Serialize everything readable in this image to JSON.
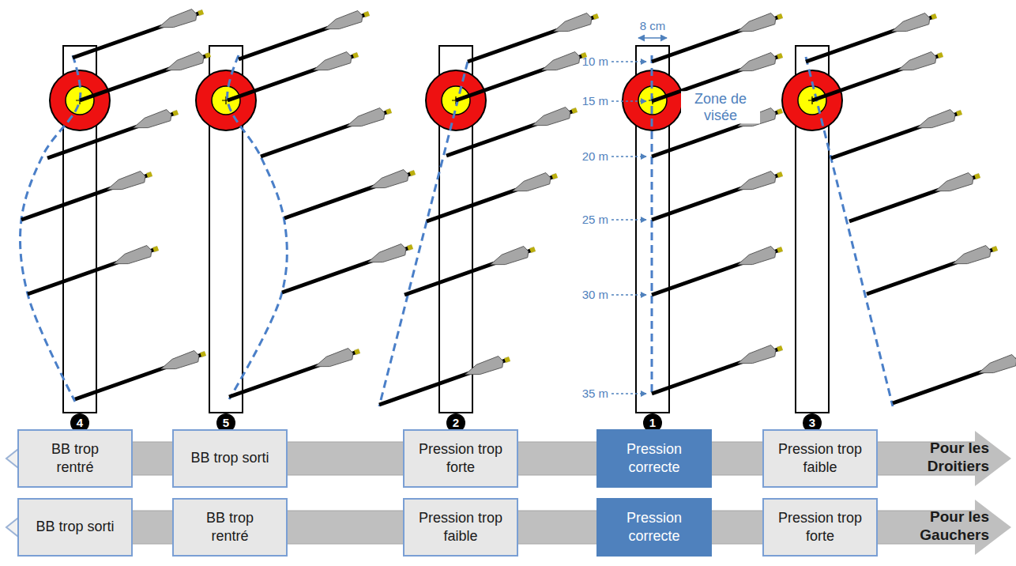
{
  "diagram": {
    "nodes": [
      {
        "text": [
          "Pour les Droitiers"
        ]
      },
      {
        "text": [
          "BB trop rentré"
        ],
        "in": 0
      },
      {
        "text": [
          "BB trop sorti"
        ],
        "in": 0
      },
      {
        "text": [
          "Pression trop forte"
        ],
        "in": 0
      },
      {
        "text": [
          "Pression correcte"
        ],
        "in": 0
      },
      {
        "text": [
          "Pression trop faible"
        ],
        "in": 0
      },
      {
        "text": [
          "Pour les Gauchers"
        ]
      },
      {
        "text": [
          "BB trop sorti"
        ],
        "in": 6
      },
      {
        "text": [
          "BB trop rentré"
        ],
        "in": 6
      },
      {
        "text": [
          "Pression trop faible"
        ],
        "in": 6
      },
      {
        "text": [
          "Pression correcte"
        ],
        "in": 6
      },
      {
        "text": [
          "Pression trop forte"
        ],
        "in": 6
      }
    ],
    "labels": [
      "8 cm",
      "10 m",
      "15 m",
      "20 m",
      "25 m",
      "30 m",
      "35 m",
      "Zone de visée",
      "4",
      "5",
      "2",
      "1",
      "3"
    ]
  }
}
